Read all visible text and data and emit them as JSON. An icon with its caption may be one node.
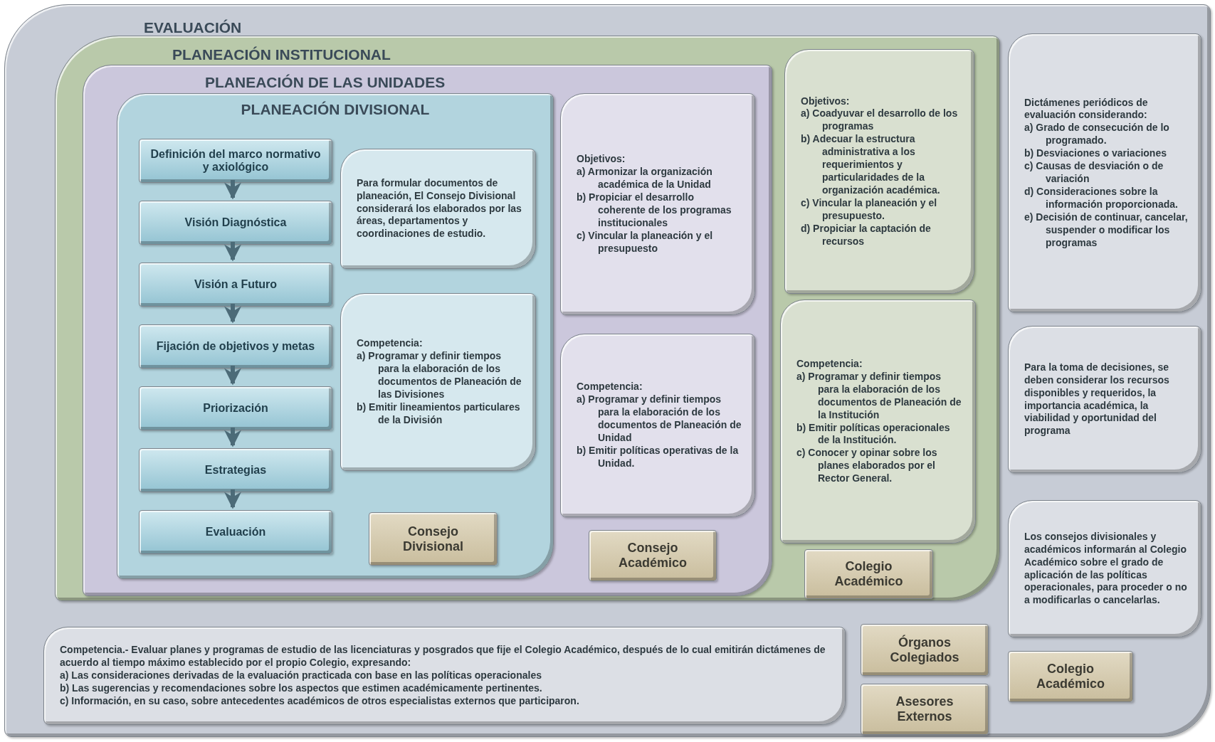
{
  "diagram": {
    "nodes": [
      {
        "text": [
          "EVALUACIÓN"
        ]
      },
      {
        "text": [
          "PLANEACIÓN INSTITUCIONAL"
        ],
        "in": 0
      },
      {
        "text": [
          "PLANEACIÓN DE LAS UNIDADES"
        ],
        "in": 1
      },
      {
        "text": [
          "PLANEACIÓN DIVISIONAL"
        ],
        "in": 2
      },
      {
        "text": [
          "Definición del marco normativo y axiológico"
        ],
        "in": 3
      },
      {
        "text": [
          "Visión Diagnóstica"
        ],
        "in": 3
      },
      {
        "text": [
          "Visión a Futuro"
        ],
        "in": 3
      },
      {
        "text": [
          "Fijación de objetivos y metas"
        ],
        "in": 3
      },
      {
        "text": [
          "Priorización"
        ],
        "in": 3
      },
      {
        "text": [
          "Estrategias"
        ],
        "in": 3
      },
      {
        "text": [
          "Evaluación"
        ],
        "in": 3
      },
      {
        "text": [
          "Para formular documentos de planeación,  El Consejo Divisional considerará los elaborados por las áreas, departamentos y coordinaciones de estudio."
        ],
        "in": 3
      },
      {
        "text": [
          "Competencia:",
          "a) Programar y definir tiempos para la elaboración de los documentos de Planeación de las Divisiones",
          "b) Emitir lineamientos particulares de la División"
        ],
        "in": 3
      },
      {
        "text": [
          "Consejo Divisional"
        ],
        "in": 3
      },
      {
        "text": [
          "Objetivos:",
          "a) Armonizar la organización académica de la Unidad",
          "b) Propiciar el desarrollo coherente de los programas institucionales",
          "c) Vincular la planeación y el presupuesto"
        ],
        "in": 2
      },
      {
        "text": [
          "Competencia:",
          "a) Programar y definir tiempos para la elaboración de los documentos de Planeación de Unidad",
          "b) Emitir políticas operativas de la Unidad."
        ],
        "in": 2
      },
      {
        "text": [
          "Consejo Académico"
        ],
        "in": 2
      },
      {
        "text": [
          "Objetivos:",
          "a) Coadyuvar el desarrollo de los programas",
          "b) Adecuar la estructura administrativa a los requerimientos y particularidades de la organización académica.",
          "c) Vincular la planeación y el presupuesto.",
          "d) Propiciar la captación de recursos"
        ],
        "in": 1
      },
      {
        "text": [
          "Competencia:",
          "a) Programar y definir tiempos para la elaboración de los documentos de Planeación de la Institución",
          "b) Emitir políticas operacionales de la Institución.",
          "c) Conocer y opinar sobre los planes elaborados por el Rector General."
        ],
        "in": 1
      },
      {
        "text": [
          "Colegio Académico"
        ],
        "in": 1
      },
      {
        "text": [
          "Dictámenes periódicos de evaluación considerando:",
          "a) Grado de consecución de lo programado.",
          "b) Desviaciones o variaciones",
          "c) Causas de desviación o de variación",
          "d) Consideraciones sobre la información proporcionada.",
          "e) Decisión de continuar, cancelar, suspender o modificar los programas"
        ],
        "in": 0
      },
      {
        "text": [
          "Para la toma de decisiones, se deben considerar  los recursos disponibles y requeridos, la importancia académica, la viabilidad y oportunidad del programa"
        ],
        "in": 0
      },
      {
        "text": [
          "Los consejos divisionales y académicos informarán al Colegio Académico sobre el grado de aplicación de las políticas operacionales, para proceder o no a modificarlas o cancelarlas."
        ],
        "in": 0
      },
      {
        "text": [
          "Competencia.- Evaluar planes y programas de estudio de las licenciaturas y posgrados que fije el Colegio Académico, después de lo cual emitirán dictámenes de acuerdo al tiempo máximo establecido por el propio Colegio, expresando:",
          "a) Las consideraciones derivadas de la evaluación practicada con base en las políticas operacionales",
          "b) Las sugerencias y recomendaciones sobre los aspectos que estimen académicamente pertinentes.",
          "c) Información, en su caso, sobre antecedentes académicos de otros especialistas externos que participaron."
        ],
        "in": 0
      },
      {
        "text": [
          "Órganos Colegiados"
        ],
        "in": 0
      },
      {
        "text": [
          "Asesores Externos"
        ],
        "in": 0
      },
      {
        "text": [
          "Colegio Académico"
        ],
        "in": 0
      }
    ],
    "edges": [
      {
        "from": 4,
        "to": 5,
        "arrow": "to"
      },
      {
        "from": 5,
        "to": 6,
        "arrow": "to"
      },
      {
        "from": 6,
        "to": 7,
        "arrow": "to"
      },
      {
        "from": 7,
        "to": 8,
        "arrow": "to"
      },
      {
        "from": 8,
        "to": 9,
        "arrow": "to"
      },
      {
        "from": 9,
        "to": 10,
        "arrow": "to"
      }
    ]
  }
}
